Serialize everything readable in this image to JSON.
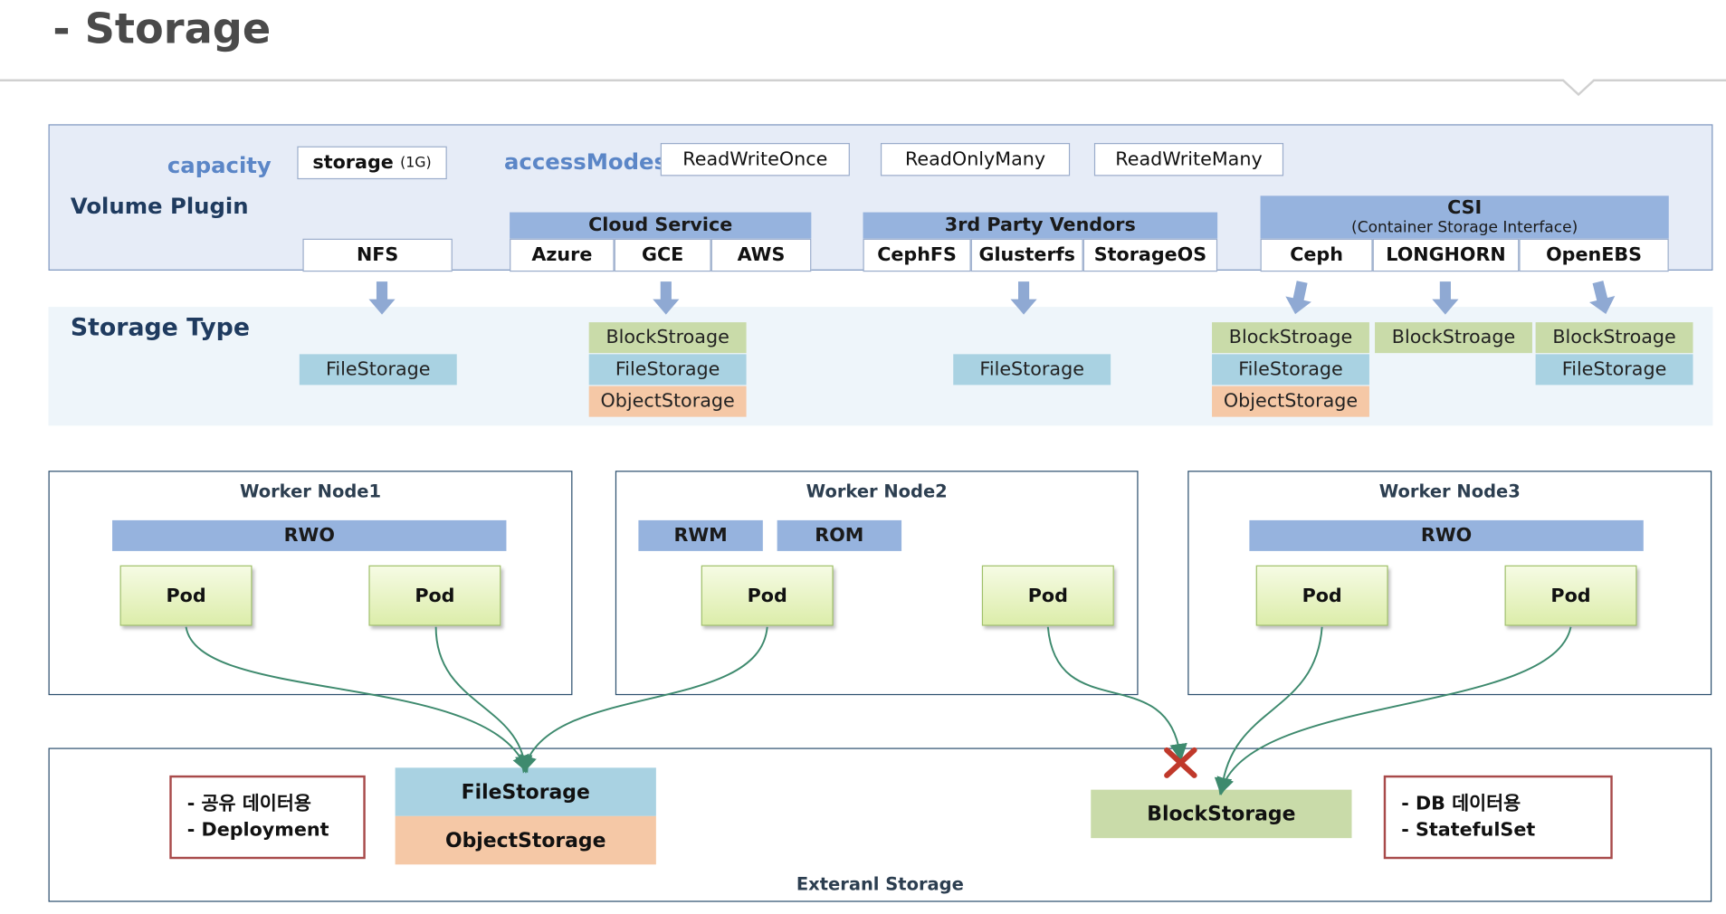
{
  "title": "- Storage",
  "volume_plugin": {
    "capacity_label": "capacity",
    "capacity_value": "storage",
    "capacity_size": "(1G)",
    "access_modes_label": "accessModes",
    "access_modes": [
      "ReadWriteOnce",
      "ReadOnlyMany",
      "ReadWriteMany"
    ],
    "label": "Volume Plugin",
    "nfs": "NFS",
    "cloud_service": {
      "title": "Cloud Service",
      "items": [
        "Azure",
        "GCE",
        "AWS"
      ]
    },
    "third_party": {
      "title": "3rd Party Vendors",
      "items": [
        "CephFS",
        "Glusterfs",
        "StorageOS"
      ]
    },
    "csi": {
      "title": "CSI",
      "subtitle": "(Container Storage Interface)",
      "items": [
        "Ceph",
        "LONGHORN",
        "OpenEBS"
      ]
    }
  },
  "storage_type": {
    "label": "Storage Type",
    "nfs": [
      "FileStorage"
    ],
    "cloud": [
      "BlockStroage",
      "FileStorage",
      "ObjectStorage"
    ],
    "third_party": [
      "FileStorage"
    ],
    "ceph": [
      "BlockStroage",
      "FileStorage",
      "ObjectStorage"
    ],
    "longhorn": [
      "BlockStroage"
    ],
    "openebs": [
      "BlockStroage",
      "FileStorage"
    ]
  },
  "worker_nodes": [
    {
      "title": "Worker Node1",
      "modes": [
        "RWO"
      ],
      "pods": [
        "Pod",
        "Pod"
      ]
    },
    {
      "title": "Worker Node2",
      "modes": [
        "RWM",
        "ROM"
      ],
      "pods": [
        "Pod",
        "Pod"
      ]
    },
    {
      "title": "Worker Node3",
      "modes": [
        "RWO"
      ],
      "pods": [
        "Pod",
        "Pod"
      ]
    }
  ],
  "external_storage": {
    "label": "Exteranl Storage",
    "left_note": [
      "- 공유 데이터용",
      "- Deployment"
    ],
    "file_storage": "FileStorage",
    "object_storage": "ObjectStorage",
    "block_storage": "BlockStorage",
    "right_note": [
      "- DB 데이터용",
      "- StatefulSet"
    ]
  },
  "colors": {
    "header_bar": "#96b3de",
    "block": "#c9dba9",
    "file": "#a9d2e2",
    "object": "#f5c8a6",
    "connector": "#3e8a6e",
    "forbidden": "#c0392b"
  }
}
